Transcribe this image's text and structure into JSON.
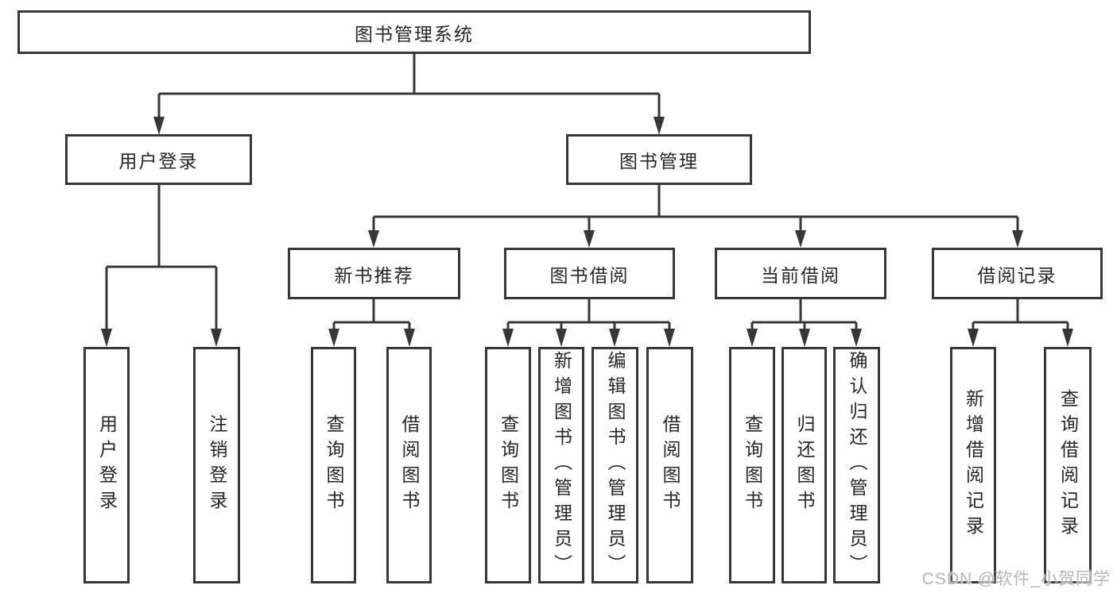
{
  "diagram": {
    "type": "hierarchy-tree",
    "colors": {
      "line": "#373737",
      "text": "#262626",
      "box_bg": "#ffffff",
      "watermark": "#b5b5b5"
    },
    "tree": {
      "label": "图书管理系统",
      "children": [
        {
          "label": "用户登录",
          "children": [
            {
              "label": "用户登录"
            },
            {
              "label": "注销登录"
            }
          ]
        },
        {
          "label": "图书管理",
          "children": [
            {
              "label": "新书推荐",
              "children": [
                {
                  "label": "查询图书"
                },
                {
                  "label": "借阅图书"
                }
              ]
            },
            {
              "label": "图书借阅",
              "children": [
                {
                  "label": "查询图书"
                },
                {
                  "label": "新增图书（管理员）"
                },
                {
                  "label": "编辑图书（管理员）"
                },
                {
                  "label": "借阅图书"
                }
              ]
            },
            {
              "label": "当前借阅",
              "children": [
                {
                  "label": "查询图书"
                },
                {
                  "label": "归还图书"
                },
                {
                  "label": "确认归还（管理员）"
                }
              ]
            },
            {
              "label": "借阅记录",
              "children": [
                {
                  "label": "新增借阅记录"
                },
                {
                  "label": "查询借阅记录"
                }
              ]
            }
          ]
        }
      ]
    }
  },
  "watermark": {
    "text": "CSDN @软件_小贺同学"
  }
}
